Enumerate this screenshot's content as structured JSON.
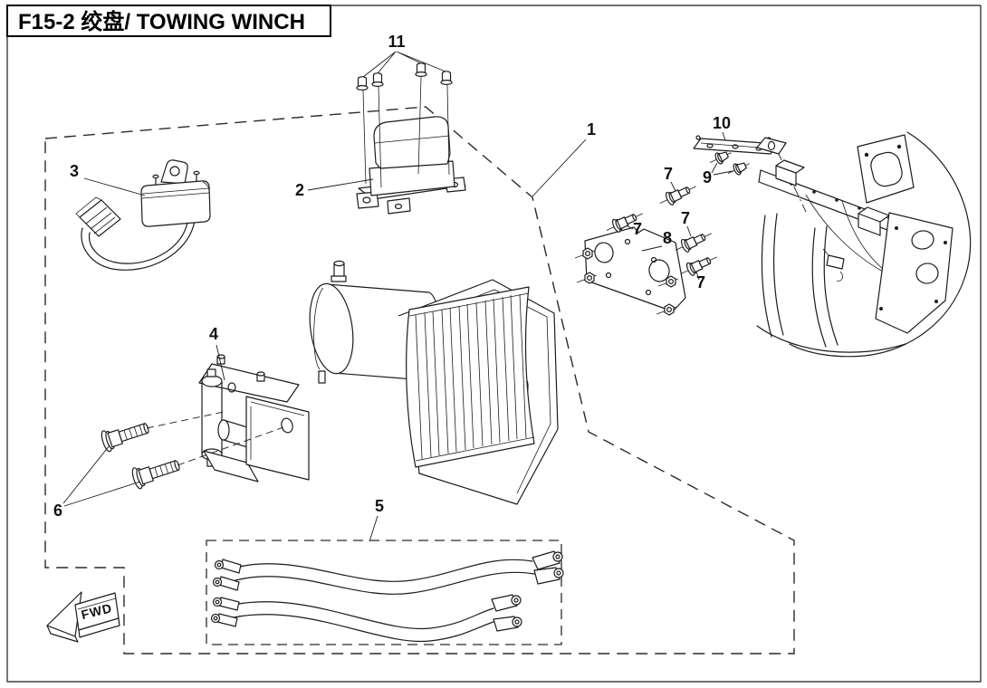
{
  "title": {
    "code": "F15-2",
    "name_zh": "绞盘",
    "name_en": "TOWING WINCH",
    "full": "F15-2 绞盘/ TOWING WINCH"
  },
  "fwd_marker": {
    "label": "FWD"
  },
  "callouts": {
    "1": "1",
    "2": "2",
    "3": "3",
    "4": "4",
    "5": "5",
    "6": "6",
    "7": "7",
    "8": "8",
    "9": "9",
    "10": "10",
    "11": "11"
  },
  "colors": {
    "line": "#1c1c1c",
    "background": "#ffffff"
  }
}
